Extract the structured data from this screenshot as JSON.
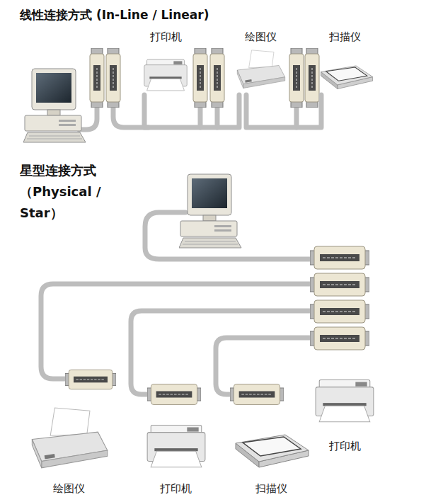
{
  "diagram": {
    "nodes": [
      {
        "text": [
          "打印机"
        ]
      },
      {
        "text": [
          "绘图仪"
        ]
      },
      {
        "text": [
          "扫描仪"
        ]
      },
      {
        "text": [
          "绘图仪"
        ]
      },
      {
        "text": [
          "打印机"
        ]
      },
      {
        "text": [
          "扫描仪"
        ]
      },
      {
        "text": [
          "打印机"
        ]
      }
    ],
    "edges": [
      {
        "from": 0,
        "to": 1,
        "arrow": "none"
      },
      {
        "from": 1,
        "to": 2,
        "arrow": "none"
      }
    ],
    "labels": [
      "线性连接方式 (In-Line / Linear)",
      "星型连接方式 （Physical / Star）"
    ]
  }
}
